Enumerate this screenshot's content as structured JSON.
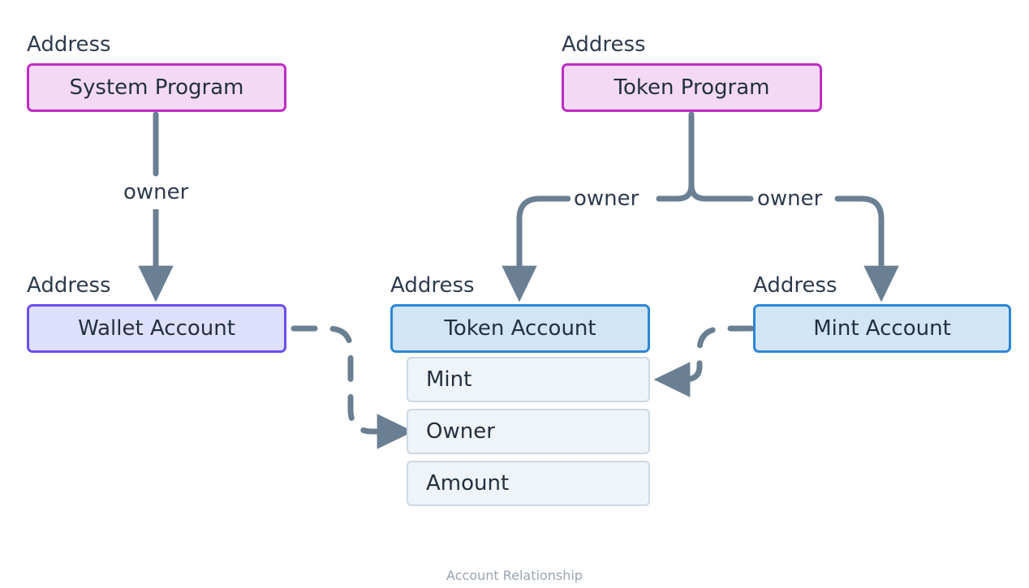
{
  "diagram": {
    "caption": "Account Relationship",
    "colors": {
      "program_fill": "#f4d9f6",
      "program_border": "#bf2bc4",
      "wallet_fill": "#dedffc",
      "wallet_border": "#6a4ff0",
      "account_fill": "#d2e5f7",
      "account_border": "#2b86d9",
      "field_fill": "#eff4f8",
      "field_border": "#ccd9e3",
      "edge": "#6b7f93",
      "text": "#22303f",
      "caption_text": "#9aa3b2"
    },
    "address_labels": {
      "system_program": "Address",
      "token_program": "Address",
      "wallet_account": "Address",
      "token_account": "Address",
      "mint_account": "Address"
    },
    "nodes": {
      "system_program": {
        "label": "System Program",
        "type": "program"
      },
      "token_program": {
        "label": "Token Program",
        "type": "program"
      },
      "wallet_account": {
        "label": "Wallet Account",
        "type": "wallet"
      },
      "token_account": {
        "label": "Token Account",
        "type": "account",
        "fields": [
          {
            "label": "Mint"
          },
          {
            "label": "Owner"
          },
          {
            "label": "Amount"
          }
        ]
      },
      "mint_account": {
        "label": "Mint Account",
        "type": "account"
      }
    },
    "edges": [
      {
        "from": "system_program",
        "to": "wallet_account",
        "label": "owner",
        "style": "solid"
      },
      {
        "from": "token_program",
        "to": "token_account",
        "label": "owner",
        "style": "solid"
      },
      {
        "from": "token_program",
        "to": "mint_account",
        "label": "owner",
        "style": "solid"
      },
      {
        "from": "wallet_account",
        "to": "token_account_owner_field",
        "label": "",
        "style": "dashed"
      },
      {
        "from": "mint_account",
        "to": "token_account_mint_field",
        "label": "",
        "style": "dashed"
      }
    ],
    "edge_labels": {
      "system_owner": "owner",
      "token_to_token_account_owner": "owner",
      "token_to_mint_account_owner": "owner"
    }
  }
}
